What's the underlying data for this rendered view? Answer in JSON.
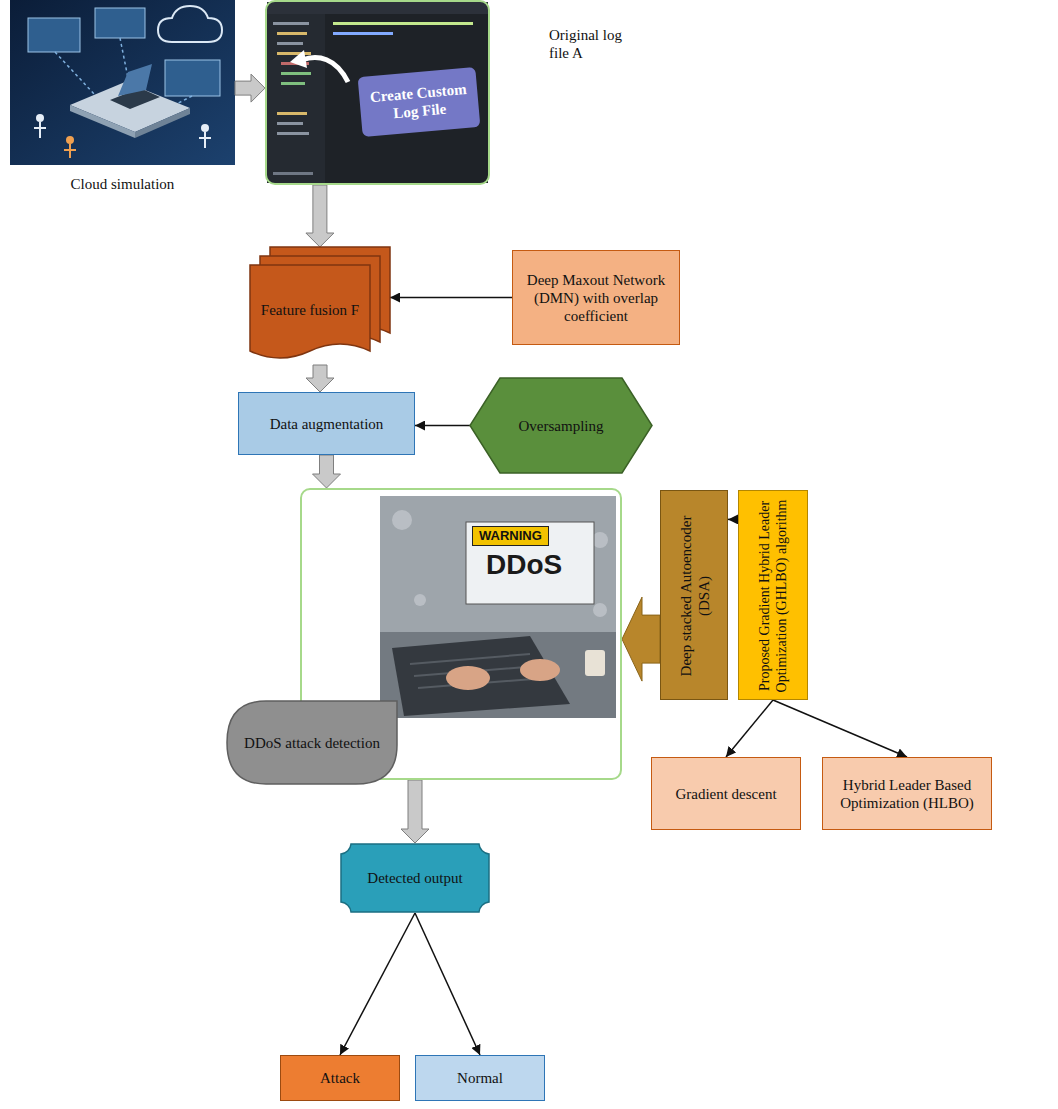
{
  "diagram": {
    "nodes": [
      {
        "text": [
          "Cloud simulation"
        ]
      },
      {
        "text": [
          "Create Custom Log File",
          "Original log file A"
        ]
      },
      {
        "text": [
          "Feature fusion F"
        ]
      },
      {
        "text": [
          "Deep Maxout Network (DMN) with overlap coefficient"
        ]
      },
      {
        "text": [
          "Data augmentation"
        ]
      },
      {
        "text": [
          "Oversampling"
        ]
      },
      {
        "text": [
          "WARNING",
          "DDoS"
        ]
      },
      {
        "text": [
          "Deep stacked Autoencoder (DSA)"
        ]
      },
      {
        "text": [
          "Proposed Gradient Hybrid Leader Optimization (GHLBO) algorithm"
        ]
      },
      {
        "text": [
          "DDoS attack detection"
        ]
      },
      {
        "text": [
          "Gradient descent"
        ]
      },
      {
        "text": [
          "Hybrid Leader Based Optimization (HLBO)"
        ]
      },
      {
        "text": [
          "Detected output"
        ]
      },
      {
        "text": [
          "Attack"
        ]
      },
      {
        "text": [
          "Normal"
        ]
      }
    ],
    "edges": [
      {
        "from": 0,
        "to": 1,
        "arrow": "to"
      },
      {
        "from": 1,
        "to": 2,
        "arrow": "to"
      },
      {
        "from": 3,
        "to": 2,
        "arrow": "to"
      },
      {
        "from": 2,
        "to": 4,
        "arrow": "to"
      },
      {
        "from": 5,
        "to": 4,
        "arrow": "to"
      },
      {
        "from": 4,
        "to": 6,
        "arrow": "to"
      },
      {
        "from": 7,
        "to": 6,
        "arrow": "to"
      },
      {
        "from": 8,
        "to": 7,
        "arrow": "to"
      },
      {
        "from": 8,
        "to": 10,
        "arrow": "to"
      },
      {
        "from": 8,
        "to": 11,
        "arrow": "to"
      },
      {
        "from": 6,
        "to": 12,
        "arrow": "to"
      },
      {
        "from": 12,
        "to": 13,
        "arrow": "to"
      },
      {
        "from": 12,
        "to": 14,
        "arrow": "to"
      }
    ]
  }
}
